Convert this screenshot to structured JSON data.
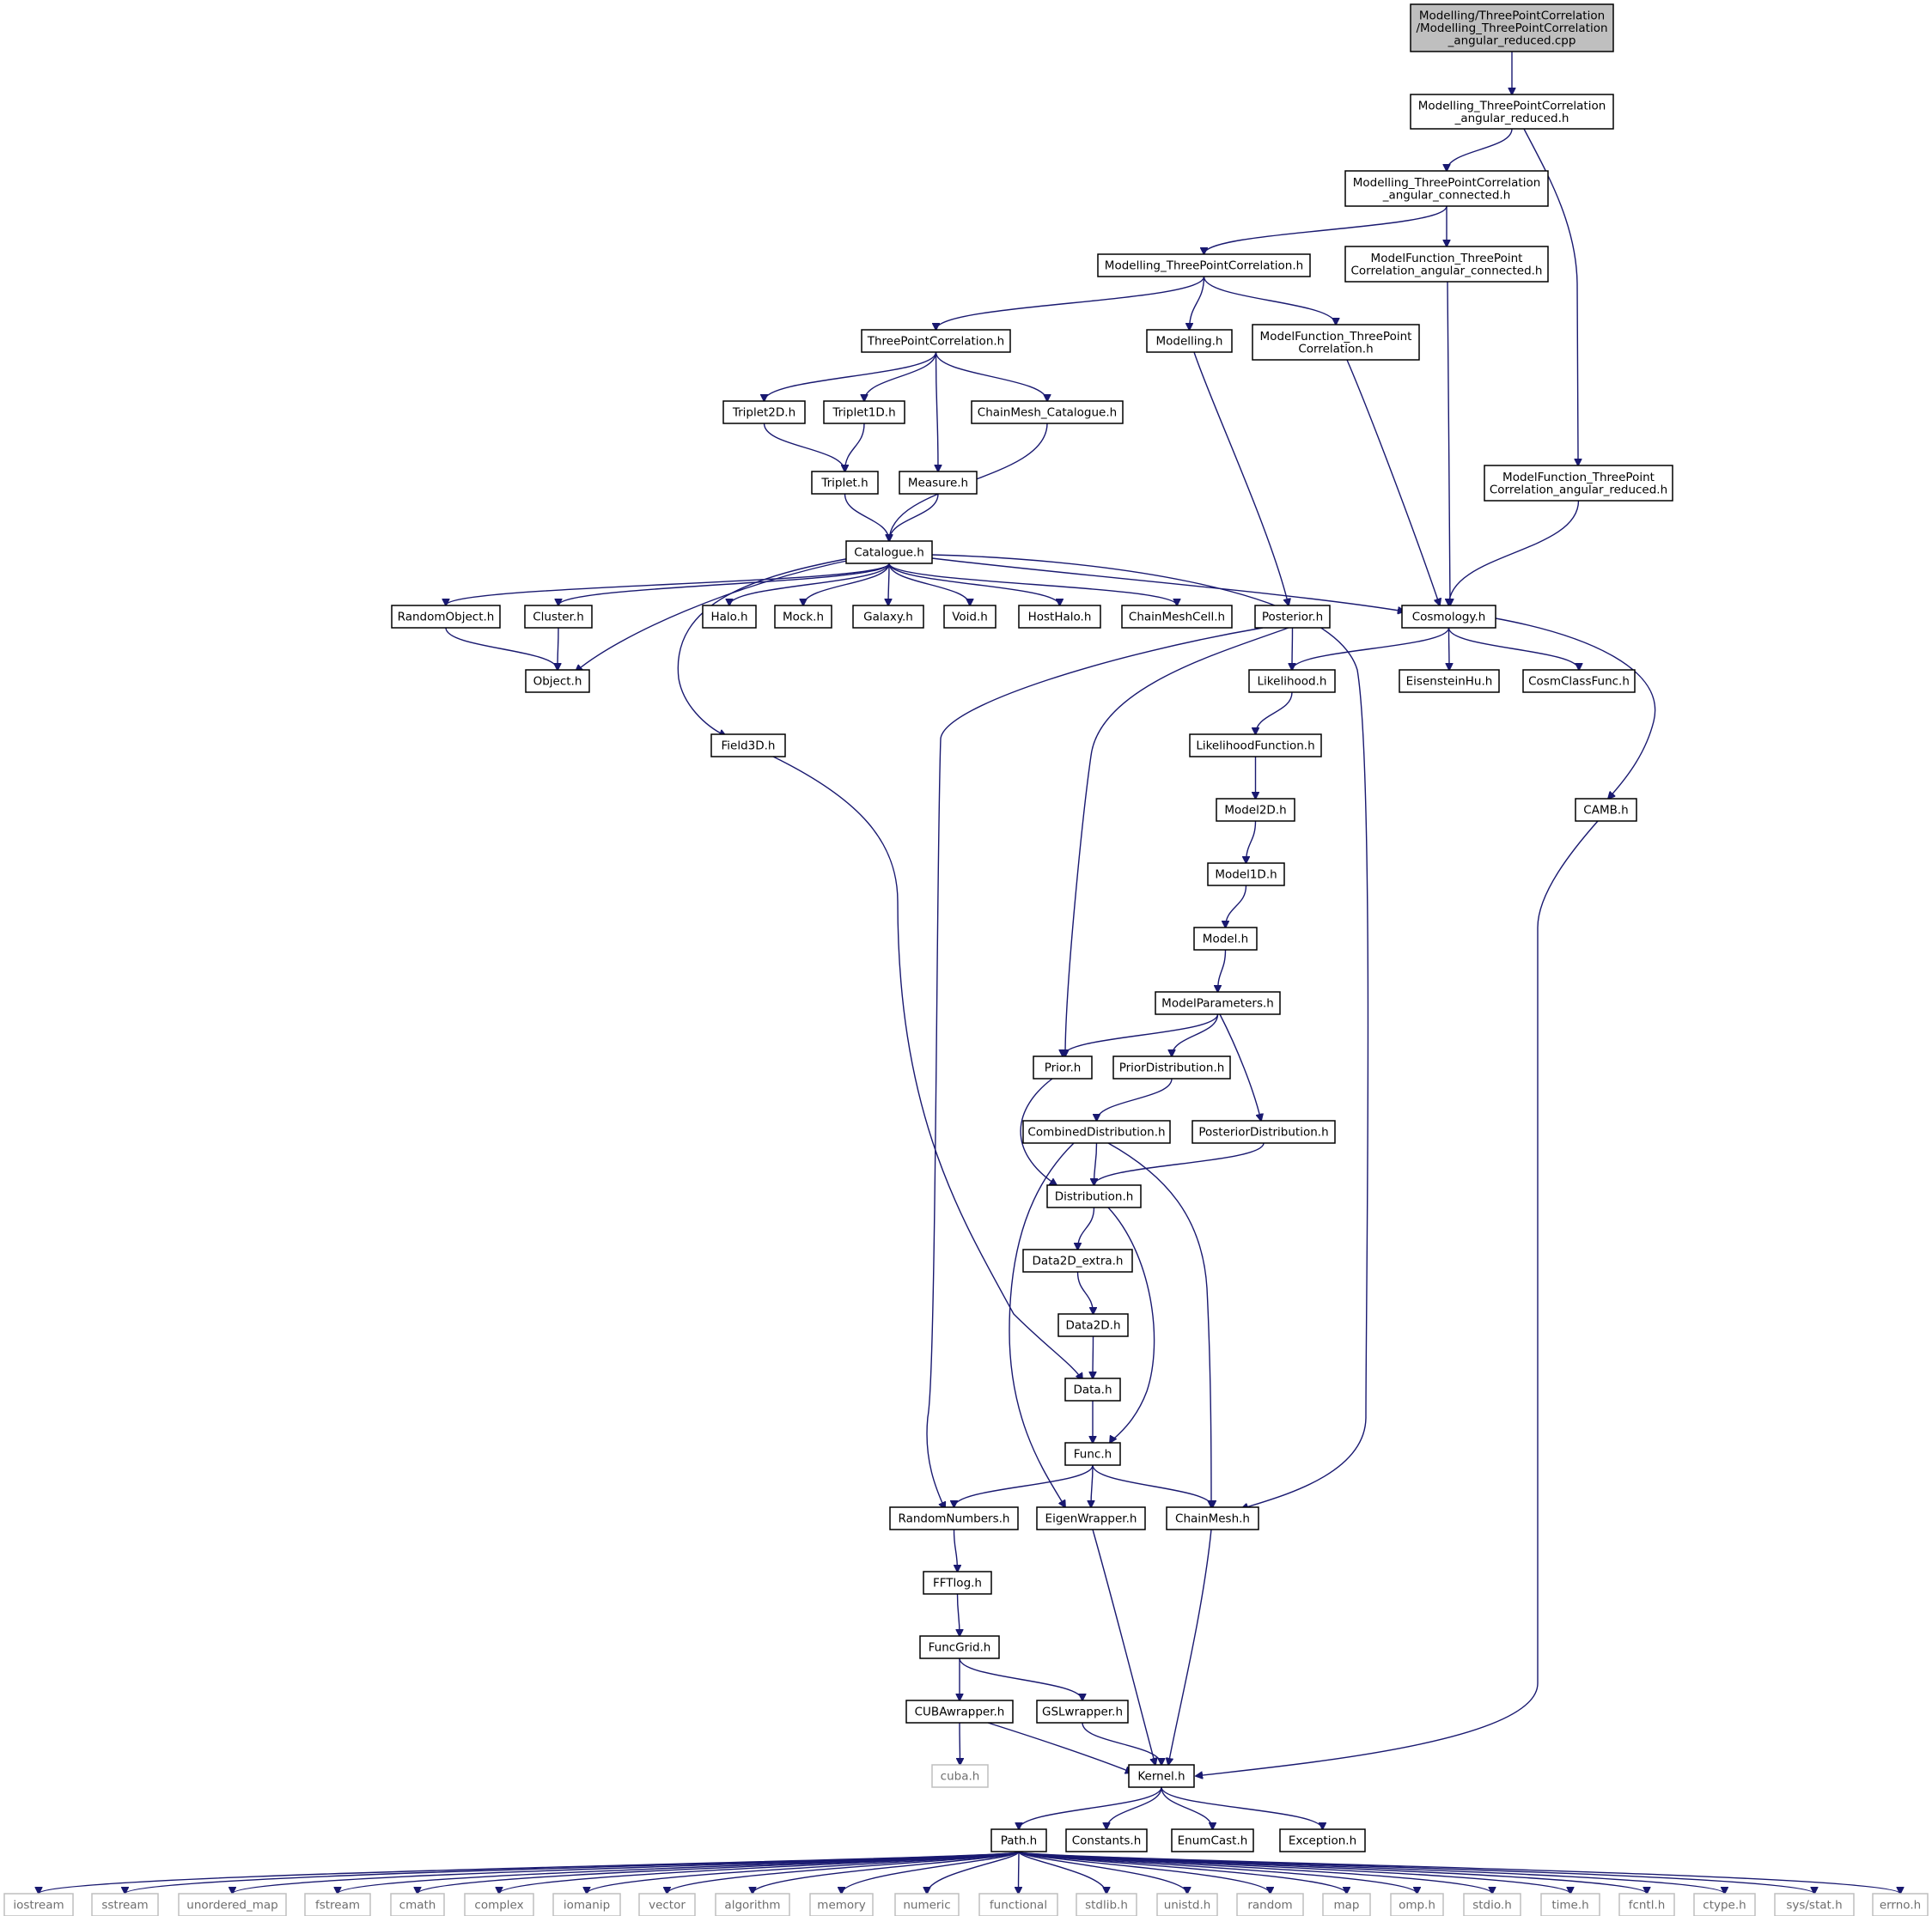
{
  "diagram": {
    "title": "",
    "colors": {
      "edge": "#191970",
      "box_border": "#000000",
      "external_border": "#bfbfbf",
      "root_fill": "#bfbfbf",
      "text": "#000000",
      "external_text": "#6e6e6e"
    },
    "nodes": [
      {
        "id": "root",
        "lines": [
          "Modelling/ThreePointCorrelation",
          "/Modelling_ThreePointCorrelation",
          "_angular_reduced.cpp"
        ],
        "kind": "root"
      },
      {
        "id": "mtpc_ang_red_h",
        "lines": [
          "Modelling_ThreePointCorrelation",
          "_angular_reduced.h"
        ]
      },
      {
        "id": "mtpc_ang_con_h",
        "lines": [
          "Modelling_ThreePointCorrelation",
          "_angular_connected.h"
        ]
      },
      {
        "id": "mtpc_h",
        "lines": [
          "Modelling_ThreePointCorrelation.h"
        ]
      },
      {
        "id": "mf_ang_con",
        "lines": [
          "ModelFunction_ThreePoint",
          "Correlation_angular_connected.h"
        ]
      },
      {
        "id": "tpc_h",
        "lines": [
          "ThreePointCorrelation.h"
        ]
      },
      {
        "id": "modelling_h",
        "lines": [
          "Modelling.h"
        ]
      },
      {
        "id": "mf_tpc",
        "lines": [
          "ModelFunction_ThreePoint",
          "Correlation.h"
        ]
      },
      {
        "id": "triplet2d",
        "lines": [
          "Triplet2D.h"
        ]
      },
      {
        "id": "triplet1d",
        "lines": [
          "Triplet1D.h"
        ]
      },
      {
        "id": "chainmesh_cat",
        "lines": [
          "ChainMesh_Catalogue.h"
        ]
      },
      {
        "id": "mf_ang_red",
        "lines": [
          "ModelFunction_ThreePoint",
          "Correlation_angular_reduced.h"
        ]
      },
      {
        "id": "triplet",
        "lines": [
          "Triplet.h"
        ]
      },
      {
        "id": "measure",
        "lines": [
          "Measure.h"
        ]
      },
      {
        "id": "catalogue",
        "lines": [
          "Catalogue.h"
        ]
      },
      {
        "id": "randomobject",
        "lines": [
          "RandomObject.h"
        ]
      },
      {
        "id": "cluster",
        "lines": [
          "Cluster.h"
        ]
      },
      {
        "id": "halo",
        "lines": [
          "Halo.h"
        ]
      },
      {
        "id": "mock",
        "lines": [
          "Mock.h"
        ]
      },
      {
        "id": "galaxy",
        "lines": [
          "Galaxy.h"
        ]
      },
      {
        "id": "void",
        "lines": [
          "Void.h"
        ]
      },
      {
        "id": "hosthalo",
        "lines": [
          "HostHalo.h"
        ]
      },
      {
        "id": "chainmeshcell",
        "lines": [
          "ChainMeshCell.h"
        ]
      },
      {
        "id": "posterior",
        "lines": [
          "Posterior.h"
        ]
      },
      {
        "id": "cosmology",
        "lines": [
          "Cosmology.h"
        ]
      },
      {
        "id": "object",
        "lines": [
          "Object.h"
        ]
      },
      {
        "id": "likelihood",
        "lines": [
          "Likelihood.h"
        ]
      },
      {
        "id": "eisensteinhu",
        "lines": [
          "EisensteinHu.h"
        ]
      },
      {
        "id": "cosmclassfunc",
        "lines": [
          "CosmClassFunc.h"
        ]
      },
      {
        "id": "field3d",
        "lines": [
          "Field3D.h"
        ]
      },
      {
        "id": "likelihoodfunction",
        "lines": [
          "LikelihoodFunction.h"
        ]
      },
      {
        "id": "camb",
        "lines": [
          "CAMB.h"
        ]
      },
      {
        "id": "model2d",
        "lines": [
          "Model2D.h"
        ]
      },
      {
        "id": "model1d",
        "lines": [
          "Model1D.h"
        ]
      },
      {
        "id": "model",
        "lines": [
          "Model.h"
        ]
      },
      {
        "id": "modelparameters",
        "lines": [
          "ModelParameters.h"
        ]
      },
      {
        "id": "prior",
        "lines": [
          "Prior.h"
        ]
      },
      {
        "id": "priordistribution",
        "lines": [
          "PriorDistribution.h"
        ]
      },
      {
        "id": "combineddistribution",
        "lines": [
          "CombinedDistribution.h"
        ]
      },
      {
        "id": "posteriordistribution",
        "lines": [
          "PosteriorDistribution.h"
        ]
      },
      {
        "id": "distribution",
        "lines": [
          "Distribution.h"
        ]
      },
      {
        "id": "data2d_extra",
        "lines": [
          "Data2D_extra.h"
        ]
      },
      {
        "id": "data2d",
        "lines": [
          "Data2D.h"
        ]
      },
      {
        "id": "data",
        "lines": [
          "Data.h"
        ]
      },
      {
        "id": "func",
        "lines": [
          "Func.h"
        ]
      },
      {
        "id": "randomnumbers",
        "lines": [
          "RandomNumbers.h"
        ]
      },
      {
        "id": "eigenwrapper",
        "lines": [
          "EigenWrapper.h"
        ]
      },
      {
        "id": "chainmesh",
        "lines": [
          "ChainMesh.h"
        ]
      },
      {
        "id": "fftlog",
        "lines": [
          "FFTlog.h"
        ]
      },
      {
        "id": "funcgrid",
        "lines": [
          "FuncGrid.h"
        ]
      },
      {
        "id": "cubawrapper",
        "lines": [
          "CUBAwrapper.h"
        ]
      },
      {
        "id": "gslwrapper",
        "lines": [
          "GSLwrapper.h"
        ]
      },
      {
        "id": "cuba",
        "lines": [
          "cuba.h"
        ],
        "kind": "ext"
      },
      {
        "id": "kernel",
        "lines": [
          "Kernel.h"
        ]
      },
      {
        "id": "path",
        "lines": [
          "Path.h"
        ]
      },
      {
        "id": "constants",
        "lines": [
          "Constants.h"
        ]
      },
      {
        "id": "enumcast",
        "lines": [
          "EnumCast.h"
        ]
      },
      {
        "id": "exception",
        "lines": [
          "Exception.h"
        ]
      },
      {
        "id": "iostream",
        "lines": [
          "iostream"
        ],
        "kind": "ext"
      },
      {
        "id": "sstream",
        "lines": [
          "sstream"
        ],
        "kind": "ext"
      },
      {
        "id": "unordered_map",
        "lines": [
          "unordered_map"
        ],
        "kind": "ext"
      },
      {
        "id": "fstream",
        "lines": [
          "fstream"
        ],
        "kind": "ext"
      },
      {
        "id": "cmath",
        "lines": [
          "cmath"
        ],
        "kind": "ext"
      },
      {
        "id": "complex",
        "lines": [
          "complex"
        ],
        "kind": "ext"
      },
      {
        "id": "iomanip",
        "lines": [
          "iomanip"
        ],
        "kind": "ext"
      },
      {
        "id": "vector",
        "lines": [
          "vector"
        ],
        "kind": "ext"
      },
      {
        "id": "algorithm",
        "lines": [
          "algorithm"
        ],
        "kind": "ext"
      },
      {
        "id": "memory",
        "lines": [
          "memory"
        ],
        "kind": "ext"
      },
      {
        "id": "numeric",
        "lines": [
          "numeric"
        ],
        "kind": "ext"
      },
      {
        "id": "functional",
        "lines": [
          "functional"
        ],
        "kind": "ext"
      },
      {
        "id": "stdlib",
        "lines": [
          "stdlib.h"
        ],
        "kind": "ext"
      },
      {
        "id": "unistd",
        "lines": [
          "unistd.h"
        ],
        "kind": "ext"
      },
      {
        "id": "random",
        "lines": [
          "random"
        ],
        "kind": "ext"
      },
      {
        "id": "map",
        "lines": [
          "map"
        ],
        "kind": "ext"
      },
      {
        "id": "omp",
        "lines": [
          "omp.h"
        ],
        "kind": "ext"
      },
      {
        "id": "stdio",
        "lines": [
          "stdio.h"
        ],
        "kind": "ext"
      },
      {
        "id": "time",
        "lines": [
          "time.h"
        ],
        "kind": "ext"
      },
      {
        "id": "fcntl",
        "lines": [
          "fcntl.h"
        ],
        "kind": "ext"
      },
      {
        "id": "ctype",
        "lines": [
          "ctype.h"
        ],
        "kind": "ext"
      },
      {
        "id": "sysstat",
        "lines": [
          "sys/stat.h"
        ],
        "kind": "ext"
      },
      {
        "id": "errno",
        "lines": [
          "errno.h"
        ],
        "kind": "ext"
      }
    ],
    "edges": [
      [
        "root",
        "mtpc_ang_red_h"
      ],
      [
        "mtpc_ang_red_h",
        "mtpc_ang_con_h"
      ],
      [
        "mtpc_ang_red_h",
        "mf_ang_red"
      ],
      [
        "mtpc_ang_con_h",
        "mtpc_h"
      ],
      [
        "mtpc_ang_con_h",
        "mf_ang_con"
      ],
      [
        "mtpc_h",
        "tpc_h"
      ],
      [
        "mtpc_h",
        "modelling_h"
      ],
      [
        "mtpc_h",
        "mf_tpc"
      ],
      [
        "mf_ang_con",
        "cosmology"
      ],
      [
        "mf_tpc",
        "cosmology"
      ],
      [
        "mf_ang_red",
        "cosmology"
      ],
      [
        "modelling_h",
        "posterior"
      ],
      [
        "tpc_h",
        "triplet2d"
      ],
      [
        "tpc_h",
        "triplet1d"
      ],
      [
        "tpc_h",
        "measure"
      ],
      [
        "tpc_h",
        "chainmesh_cat"
      ],
      [
        "triplet2d",
        "triplet"
      ],
      [
        "triplet1d",
        "triplet"
      ],
      [
        "triplet",
        "catalogue"
      ],
      [
        "measure",
        "catalogue"
      ],
      [
        "chainmesh_cat",
        "catalogue"
      ],
      [
        "catalogue",
        "randomobject"
      ],
      [
        "catalogue",
        "cluster"
      ],
      [
        "catalogue",
        "object"
      ],
      [
        "catalogue",
        "halo"
      ],
      [
        "catalogue",
        "mock"
      ],
      [
        "catalogue",
        "galaxy"
      ],
      [
        "catalogue",
        "void"
      ],
      [
        "catalogue",
        "hosthalo"
      ],
      [
        "catalogue",
        "chainmeshcell"
      ],
      [
        "catalogue",
        "cosmology"
      ],
      [
        "catalogue",
        "field3d"
      ],
      [
        "catalogue",
        "chainmesh"
      ],
      [
        "randomobject",
        "object"
      ],
      [
        "cluster",
        "object"
      ],
      [
        "posterior",
        "likelihood"
      ],
      [
        "posterior",
        "prior"
      ],
      [
        "posterior",
        "randomnumbers"
      ],
      [
        "cosmology",
        "likelihood"
      ],
      [
        "cosmology",
        "eisensteinhu"
      ],
      [
        "cosmology",
        "cosmclassfunc"
      ],
      [
        "cosmology",
        "camb"
      ],
      [
        "likelihood",
        "likelihoodfunction"
      ],
      [
        "likelihoodfunction",
        "model2d"
      ],
      [
        "model2d",
        "model1d"
      ],
      [
        "model1d",
        "model"
      ],
      [
        "model",
        "modelparameters"
      ],
      [
        "modelparameters",
        "prior"
      ],
      [
        "modelparameters",
        "priordistribution"
      ],
      [
        "modelparameters",
        "posteriordistribution"
      ],
      [
        "priordistribution",
        "combineddistribution"
      ],
      [
        "prior",
        "distribution"
      ],
      [
        "combineddistribution",
        "distribution"
      ],
      [
        "combineddistribution",
        "eigenwrapper"
      ],
      [
        "combineddistribution",
        "chainmesh"
      ],
      [
        "posteriordistribution",
        "distribution"
      ],
      [
        "distribution",
        "data2d_extra"
      ],
      [
        "distribution",
        "func"
      ],
      [
        "data2d_extra",
        "data2d"
      ],
      [
        "data2d",
        "data"
      ],
      [
        "field3d",
        "data"
      ],
      [
        "data",
        "func"
      ],
      [
        "func",
        "randomnumbers"
      ],
      [
        "func",
        "eigenwrapper"
      ],
      [
        "func",
        "chainmesh"
      ],
      [
        "randomnumbers",
        "fftlog"
      ],
      [
        "fftlog",
        "funcgrid"
      ],
      [
        "funcgrid",
        "cubawrapper"
      ],
      [
        "funcgrid",
        "gslwrapper"
      ],
      [
        "cubawrapper",
        "cuba"
      ],
      [
        "cubawrapper",
        "kernel"
      ],
      [
        "gslwrapper",
        "kernel"
      ],
      [
        "eigenwrapper",
        "kernel"
      ],
      [
        "chainmesh",
        "kernel"
      ],
      [
        "camb",
        "kernel"
      ],
      [
        "kernel",
        "path"
      ],
      [
        "kernel",
        "constants"
      ],
      [
        "kernel",
        "enumcast"
      ],
      [
        "kernel",
        "exception"
      ],
      [
        "path",
        "iostream"
      ],
      [
        "path",
        "sstream"
      ],
      [
        "path",
        "unordered_map"
      ],
      [
        "path",
        "fstream"
      ],
      [
        "path",
        "cmath"
      ],
      [
        "path",
        "complex"
      ],
      [
        "path",
        "iomanip"
      ],
      [
        "path",
        "vector"
      ],
      [
        "path",
        "algorithm"
      ],
      [
        "path",
        "memory"
      ],
      [
        "path",
        "numeric"
      ],
      [
        "path",
        "functional"
      ],
      [
        "path",
        "stdlib"
      ],
      [
        "path",
        "unistd"
      ],
      [
        "path",
        "random"
      ],
      [
        "path",
        "map"
      ],
      [
        "path",
        "omp"
      ],
      [
        "path",
        "stdio"
      ],
      [
        "path",
        "time"
      ],
      [
        "path",
        "fcntl"
      ],
      [
        "path",
        "ctype"
      ],
      [
        "path",
        "sysstat"
      ],
      [
        "path",
        "errno"
      ]
    ]
  }
}
